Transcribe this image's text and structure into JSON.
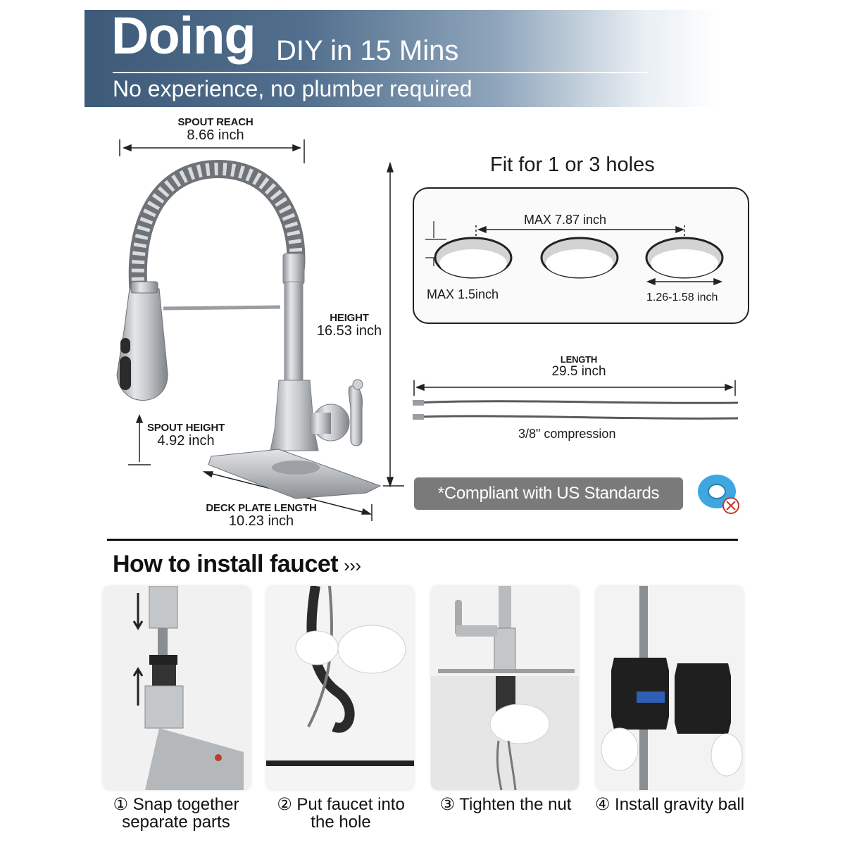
{
  "banner": {
    "title": "Doing",
    "subtitle": "DIY in 15 Mins",
    "tagline": "No experience, no plumber required"
  },
  "dimensions": {
    "spout_reach": {
      "label": "SPOUT REACH",
      "value": "8.66 inch"
    },
    "height": {
      "label": "HEIGHT",
      "value": "16.53 inch"
    },
    "spout_height": {
      "label": "SPOUT HEIGHT",
      "value": "4.92 inch"
    },
    "deck_plate_length": {
      "label": "DECK PLATE LENGTH",
      "value": "10.23 inch"
    }
  },
  "holes": {
    "title": "Fit for 1 or 3 holes",
    "max_spacing": "MAX 7.87 inch",
    "max_thickness": "MAX 1.5inch",
    "hole_diameter": "1.26-1.58 inch"
  },
  "hoses": {
    "label": "LENGTH",
    "value": "29.5 inch",
    "compression": "3/8\" compression"
  },
  "badge": "*Compliant with US Standards",
  "install": {
    "title": "How to install faucet",
    "arrows": "›››",
    "steps": [
      {
        "line1": "① Snap together",
        "line2": "separate parts"
      },
      {
        "line1": "② Put faucet into",
        "line2": "the hole"
      },
      {
        "line1": "③ Tighten the nut",
        "line2": ""
      },
      {
        "line1": "④ Install gravity ball",
        "line2": ""
      }
    ]
  },
  "colors": {
    "banner_dark": "#3d5a78",
    "steel": "#b9bcbf",
    "badge_gray": "#7a7a7a",
    "tape_blue": "#3fa7e0"
  }
}
